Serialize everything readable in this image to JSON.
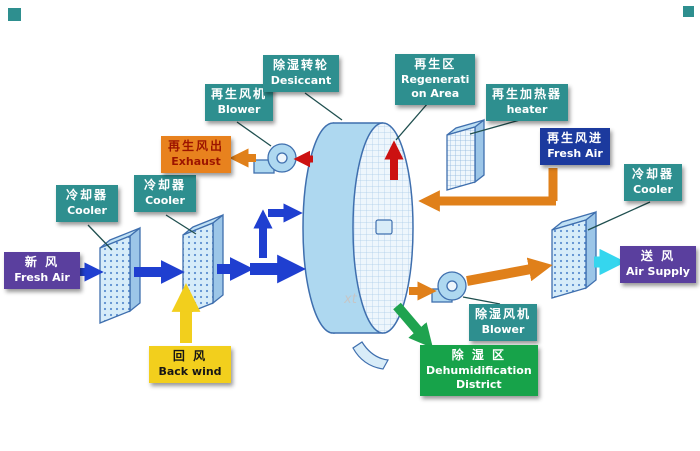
{
  "watermark": "xt",
  "colors": {
    "teal_label": "#2e8f8f",
    "purple_label": "#5a3f9e",
    "navy_label": "#1c3a9e",
    "yellow_label": "#f2cf1d",
    "orange_label": "#e8821e",
    "green_label": "#17a34a",
    "blue_arrow": "#1f3fd0",
    "yellow_arrow": "#f2cf1d",
    "orange_arrow": "#e0801a",
    "red_arrow": "#cc1111",
    "cyan_arrow": "#35d6ee",
    "green_arrow": "#1fa34f"
  },
  "labels": {
    "fresh_air_in": {
      "zh": "新  风",
      "en": "Fresh Air"
    },
    "cooler1": {
      "zh": "冷却器",
      "en": "Cooler"
    },
    "cooler2": {
      "zh": "冷却器",
      "en": "Cooler"
    },
    "back_wind": {
      "zh": "回  风",
      "en": "Back wind"
    },
    "regen_blower": {
      "zh": "再生风机",
      "en": "Blower"
    },
    "exhaust": {
      "zh": "再生风出",
      "en": "Exhaust"
    },
    "desiccant": {
      "zh": "除湿转轮",
      "en": "Desiccant"
    },
    "regen_area": {
      "zh": "再生区",
      "en1": "Regenerati",
      "en2": "on Area"
    },
    "heater": {
      "zh": "再生加热器",
      "en": "heater"
    },
    "regen_fresh_air": {
      "zh": "再生风进",
      "en": "Fresh Air"
    },
    "cooler3": {
      "zh": "冷却器",
      "en": "Cooler"
    },
    "air_supply": {
      "zh": "送  风",
      "en": "Air Supply"
    },
    "dehum_blower": {
      "zh": "除湿风机",
      "en": "Blower"
    },
    "dehum_district": {
      "zh": "除 湿 区",
      "en1": "Dehumidification",
      "en2": "District"
    }
  }
}
